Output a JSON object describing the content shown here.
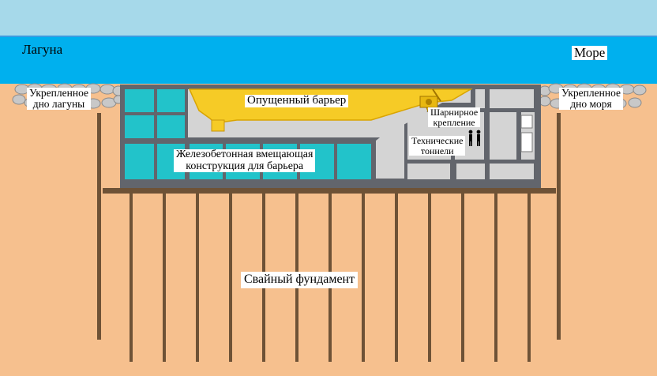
{
  "labels": {
    "lagoon": "Лагуна",
    "sea": "Море",
    "lagoon_bed_line1": "Укрепленное",
    "lagoon_bed_line2": "дно лагуны",
    "sea_bed_line1": "Укрепленное",
    "sea_bed_line2": "дно моря",
    "lowered_barrier": "Опущенный барьер",
    "hinge_line1": "Шарнирное",
    "hinge_line2": "крепление",
    "tunnels_line1": "Технические",
    "tunnels_line2": "тоннели",
    "housing_line1": "Железобетонная вмещающая",
    "housing_line2": "конструкция для барьера",
    "pile_foundation": "Свайный фундамент"
  },
  "colors": {
    "sky": "#A6D9EA",
    "water": "#00B0EE",
    "ground": "#F6C08E",
    "concrete": "#62656C",
    "cell_water": "#22C3CA",
    "cell_dry": "#D4D4D4",
    "barrier": "#F6CB26",
    "pile": "#6E5236",
    "rock": "#C4C4C4"
  }
}
